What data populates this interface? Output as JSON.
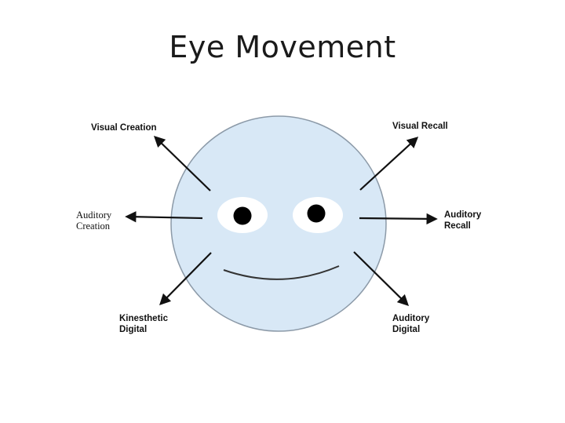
{
  "title": "Eye Movement",
  "labels": {
    "visual_creation": "Visual Creation",
    "visual_recall": "Visual Recall",
    "auditory_creation_line1": "Auditory",
    "auditory_creation_line2": "Creation",
    "auditory_recall_line1": "Auditory",
    "auditory_recall_line2": "Recall",
    "kinesthetic_line1": "Kinesthetic",
    "kinesthetic_line2": "Digital",
    "auditory_digital_line1": "Auditory",
    "auditory_digital_line2": "Digital"
  },
  "colors": {
    "face_fill": "#d8e8f6",
    "face_stroke": "#8c9aa8",
    "eye_white": "#ffffff",
    "pupil": "#000000",
    "arrow": "#111111"
  }
}
